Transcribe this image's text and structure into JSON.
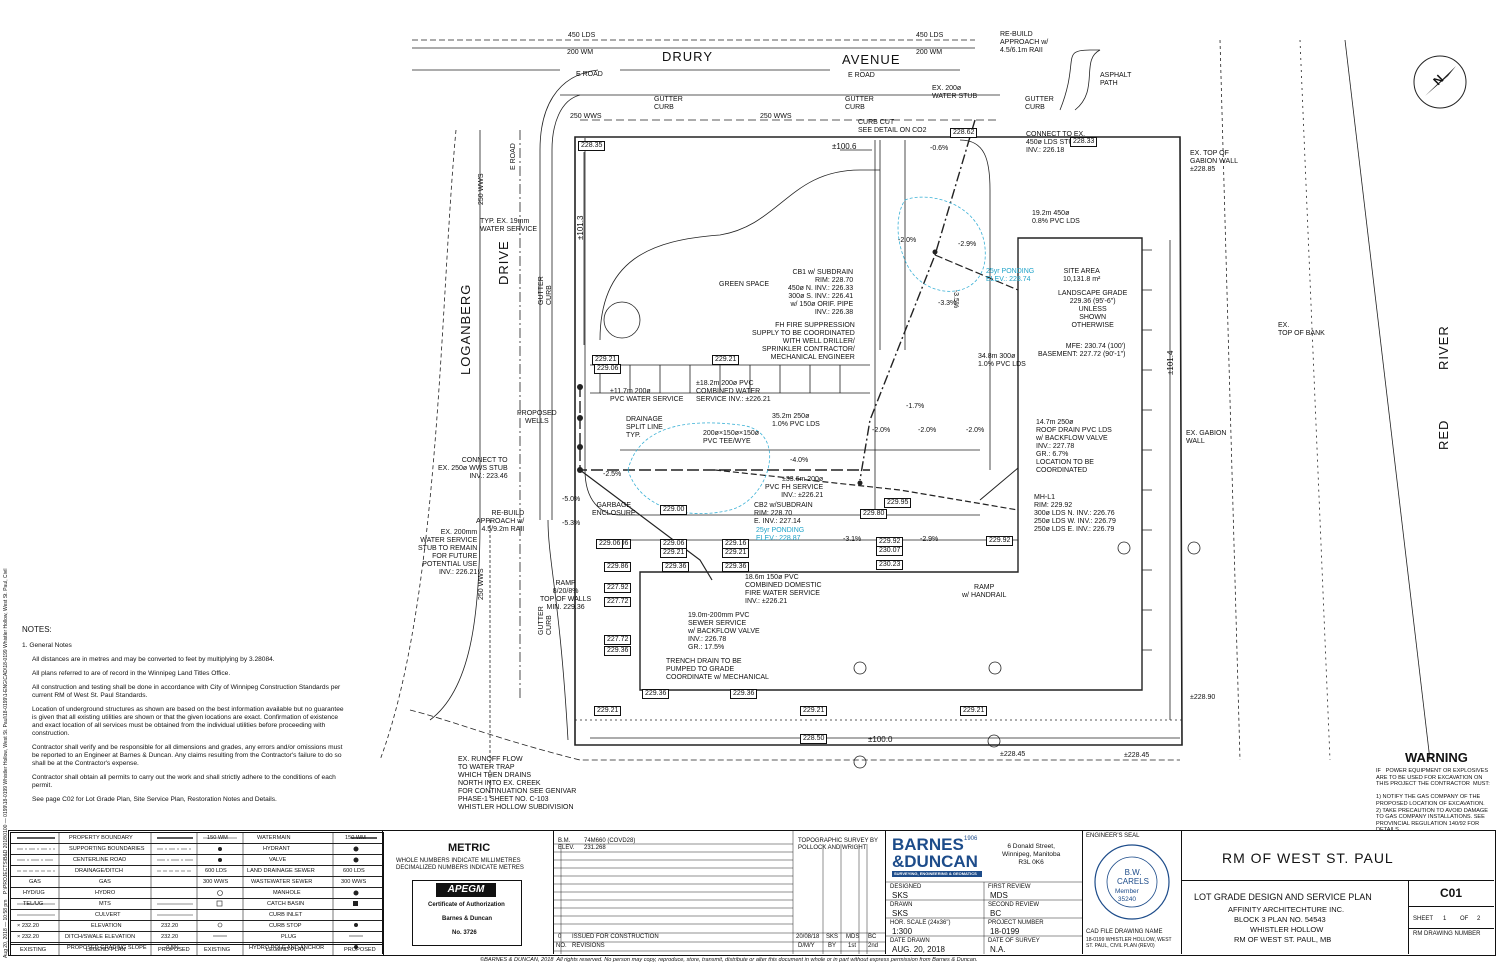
{
  "streets": {
    "drury": "DRURY",
    "avenue": "AVENUE",
    "loganberg": "LOGANBERG",
    "drive": "DRIVE",
    "red": "RED",
    "river": "RIVER"
  },
  "plan_labels": {
    "lds450a": "450 LDS",
    "lds450b": "450 LDS",
    "wm200a": "200 WM",
    "wm200b": "200 WM",
    "wws250a": "250 WWS",
    "wws250b": "250 WWS",
    "wws250c": "250 WWS",
    "wws250d": "250 WWS",
    "road_a": "E ROAD",
    "road_b": "E ROAD",
    "road_c": "E ROAD",
    "gutter1": "GUTTER\nCURB",
    "gutter2": "GUTTER\nCURB",
    "gutter3": "GUTTER\nCURB",
    "gutter4": "GUTTER\nCURB",
    "gutter5": "GUTTER\nCURB",
    "rebuild_top": "RE-BUILD\nAPPROACH w/\n4.5/6.1m RAII",
    "asphalt": "ASPHALT\nPATH",
    "water_stub": "EX. 200ø\nWATER STUB",
    "curb_cut": "CURB CUT\nSEE DETAIL ON CO2",
    "connect_lds": "CONNECT TO EX.\n450ø LDS STUB\nINV.: 226.18",
    "gabion_top": "EX. TOP OF\nGABION WALL\n±228.85",
    "dim_100_6": "±100.6",
    "dim_101_3": "±101.3",
    "dim_101_4": "±101.4",
    "dim_100_0": "±100.0",
    "water_service": "TYP. EX. 19mm\nWATER SERVICE",
    "green_space": "GREEN SPACE",
    "cb1": "CB1 w/ SUBDRAIN\nRIM: 228.70\n450ø N. INV.: 226.33\n300ø S. INV.: 226.41\nw/ 150ø ORIF. PIPE\nINV.: 226.38",
    "lds_19": "19.2m 450ø\n0.8% PVC LDS",
    "ponding1": "25yr PONDING\nELEV.: 228.74",
    "site_area": "SITE AREA\n10,131.8 m²",
    "landscape": "LANDSCAPE GRADE\n229.36 (95'-6\")\nUNLESS\nSHOWN\nOTHERWISE",
    "mfe": "MFE: 230.74 (100')\nBASEMENT: 227.72 (90'-1\")",
    "fh_fire": "FH FIRE SUPPRESSION\nSUPPLY TO BE COORDINATED\nWITH WELL DRILLER/\nSPRINKLER CONTRACTOR/\nMECHANICAL ENGINEER",
    "lds_34": "34.8m 300ø\n1.0% PVC LDS",
    "top_bank": "EX.\nTOP OF BANK",
    "water_svc_11": "±11.7m 200ø\nPVC WATER SERVICE",
    "combined_18": "±18.2m 200ø PVC\nCOMBINED WATER\nSERVICE INV.: ±226.21",
    "proposed_wells": "PROPOSED\nWELLS",
    "drainage_split": "DRAINAGE\nSPLIT LINE\nTYP.",
    "lds_35": "35.2m 250ø\n1.0% PVC LDS",
    "tee": "200ø×150ø×150ø\nPVC TEE/WYE",
    "roof_drain": "14.7m 250ø\nROOF DRAIN PVC LDS\nw/ BACKFLOW VALVE\nINV.: 227.78\nGR.: 6.7%\nLOCATION TO BE\nCOORDINATED",
    "gabion_wall": "EX. GABION\nWALL",
    "connect_wws": "CONNECT TO\nEX. 250ø WWS STUB\nINV.: 223.46",
    "fh_service": "±33.6m 200ø\nPVC FH SERVICE\nINV.: ±226.21",
    "cb2": "CB2 w/SUBDRAIN\nRIM: 228.70\nE. INV.: 227.14",
    "ponding2": "25yr PONDING\nELEV.: 228.87",
    "mh_l1": "MH-L1\nRIM: 229.92\n300ø LDS N. INV.: 226.76\n250ø LDS W. INV.: 226.79\n250ø LDS E. INV.: 226.79",
    "rebuild_left": "RE-BUILD\nAPPROACH w/\n4.5/9.2m RAII",
    "ex_200": "EX. 200mm\nWATER SERVICE\nSTUB TO REMAIN\nFOR FUTURE\nPOTENTIAL USE\nINV.: 226.21",
    "garbage": "GARBAGE\nENCLOSURE",
    "domestic": "18.6m 150ø PVC\nCOMBINED DOMESTIC\nFIRE WATER SERVICE\nINV.: ±226.21",
    "ramp_left": "RAMP\n8/20/8%\nTOP OF WALLS\nMIN. 229.36",
    "sewer": "19.0m-200mm PVC\nSEWER SERVICE\nw/ BACKFLOW VALVE\nINV.: 226.78\nGR.: 17.5%",
    "ramp_right": "RAMP\nw/ HANDRAIL",
    "trench": "TRENCH DRAIN TO BE\nPUMPED TO GRADE\nCOORDINATE w/ MECHANICAL",
    "runoff": "EX. RUNOFF FLOW\nTO WATER TRAP\nWHICH THEN DRAINS\nNORTH INTO EX. CREEK\nFOR CONTINUATION SEE GENIVAR\nPHASE-1 SHEET NO. C-103\nWHISTLER HOLLOW SUBDIVISION",
    "elev_228_90": "±228.90",
    "elev_228_45a": "±228.45",
    "elev_228_45b": "±228.45",
    "slope1": "-0.6%",
    "slope2": "-2.0%",
    "slope3": "-2.9%",
    "slope4": "-3.3%",
    "slope5": "-2.0%",
    "slope6": "-2.0%",
    "slope7": "-2.0%",
    "slope8": "-2.5%",
    "slope9": "-4.0%",
    "slope10": "-5.0%",
    "slope11": "-5.3%",
    "slope12": "-3.1%",
    "slope13": "-2.9%",
    "slope14": "-1.7%",
    "slope15": "-3.5%"
  },
  "spot_tags": [
    "228.35",
    "228.62",
    "228.33",
    "229.21",
    "229.06",
    "229.21",
    "229.00",
    "229.86",
    "229.06",
    "229.21",
    "229.36",
    "229.16",
    "229.06",
    "227.92",
    "227.72",
    "227.72",
    "229.36",
    "229.36",
    "229.21",
    "229.21",
    "229.21",
    "228.50",
    "229.92",
    "230.07",
    "230.23",
    "229.95",
    "229.80",
    "229.92",
    "229.36",
    "229.06",
    "229.21",
    "229.36"
  ],
  "notes": {
    "title": "NOTES:",
    "heading": "1.   General Notes",
    "n1": "All distances are in metres and may be converted to feet by multiplying by 3.28084.",
    "n2": "All plans referred to are of record in the Winnipeg Land Titles Office.",
    "n3": "All construction and testing shall be done in accordance with City of Winnipeg Construction Standards per current RM of West St. Paul Standards.",
    "n4": "Location of underground structures as shown are based on the best information available but no guarantee is given that all existing utilities are shown or that the given locations are exact. Confirmation of existence and exact location of all services must be obtained from the individual utilities before proceeding with construction.",
    "n5": "Contractor shall verify and be responsible for all dimensions and grades, any errors and/or omissions must be reported to an Engineer at Barnes & Duncan. Any claims resulting from the Contractor's failure to do so shall be at the Contractor's expense.",
    "n6": "Contractor shall obtain all permits to carry out the work and shall strictly adhere to the conditions of each permit.",
    "n7": "See page C02 for   Lot Grade Plan, Site Service Plan, Restoration Notes and Details."
  },
  "legend": {
    "left": [
      {
        "label": "PROPERTY BOUNDARY"
      },
      {
        "label": "SUPPORTING BOUNDARIES"
      },
      {
        "label": "CENTERLINE ROAD"
      },
      {
        "label": "DRAINAGE/DITCH"
      },
      {
        "label": "GAS",
        "code": "GAS"
      },
      {
        "label": "HYDRO",
        "code": "HYD/UG"
      },
      {
        "label": "MTS",
        "code": "TEL/UG"
      },
      {
        "label": "CULVERT"
      },
      {
        "label": "ELEVATION",
        "code": "× 232.20",
        "p": "232.20"
      },
      {
        "label": "DITCH/SWALE ELEVATION",
        "code": "× 232.20",
        "p": "232.20"
      },
      {
        "label": "PROPOSED GRADING SLOPE",
        "p": "−0.5%"
      }
    ],
    "right": [
      {
        "ex": "150 WM",
        "label": "WATERMAIN",
        "p": "150 WM"
      },
      {
        "label": "HYDRANT"
      },
      {
        "label": "VALVE"
      },
      {
        "ex": "600 LDS",
        "label": "LAND DRAINAGE SEWER",
        "p": "600 LDS"
      },
      {
        "ex": "300 WWS",
        "label": "WASTEWATER SEWER",
        "p": "300 WWS"
      },
      {
        "label": "MANHOLE"
      },
      {
        "label": "CATCH BASIN"
      },
      {
        "label": "CURB INLET"
      },
      {
        "label": "CURB STOP"
      },
      {
        "label": "PLUG"
      },
      {
        "label": "HYDRO POLE AND ANCHOR"
      }
    ],
    "footer": {
      "existing": "EXISTING",
      "legend_plan": "LEGEND-PLAN",
      "proposed": "PROPOSED"
    }
  },
  "metric": {
    "title": "METRIC",
    "line1": "WHOLE NUMBERS INDICATE MILLIMETRES",
    "line2": "DECIMALIZED NUMBERS INDICATE METRES"
  },
  "apegm": {
    "logo": "APEGM",
    "cert": "Certificate of Authorization",
    "firm": "Barnes & Duncan",
    "no": "No. 3726"
  },
  "benchmark": {
    "bm": "B.M.",
    "bm_val": "74M660 (COVD28)",
    "elev": "ELEV.",
    "elev_val": "231.268",
    "topo": "TOPOGRAPHIC SURVEY BY\nPOLLOCK AND WRIGHT"
  },
  "revisions": {
    "no": "0",
    "desc": "ISSUED FOR CONSTRUCTION",
    "date": "20/08/18",
    "by": "SKS",
    "chk": "MDS",
    "app": "BC",
    "h_no": "NO.",
    "h_rev": "REVISIONS",
    "h_date": "D/M/Y",
    "h_by": "BY",
    "h_1st": "1st",
    "h_2nd": "2nd"
  },
  "company": {
    "logo1": "BARNES",
    "logo2": "&DUNCAN",
    "year": "1906",
    "tagline": "SURVEYING, ENGINEERING & GEOMATICS",
    "address": "6 Donald Street,\nWinnipeg, Manitoba\nR3L 0K6"
  },
  "fields": {
    "designed_l": "DESIGNED",
    "designed": "SKS",
    "first_l": "FIRST REVIEW",
    "first": "MDS",
    "drawn_l": "DRAWN",
    "drawn": "SKS",
    "second_l": "SECOND REVIEW",
    "second": "BC",
    "scale_l": "HOR. SCALE (24x36\")",
    "scale": "1:300",
    "project_l": "PROJECT NUMBER",
    "project": "18-0199",
    "date_l": "DATE DRAWN",
    "date": "AUG. 20, 2018",
    "survey_l": "DATE OF SURVEY",
    "survey": "N.A."
  },
  "seal": {
    "label": "ENGINEER'S SEAL",
    "name": "B.W.\nCARELS",
    "member": "Member\n35240",
    "cad_l": "CAD FILE DRAWING NAME",
    "cad": "18-0199 WHISTLER HOLLOW, WEST\nST. PAUL, CIVIL PLAN (REV0)"
  },
  "client": {
    "rm": "RM OF WEST ST. PAUL",
    "title": "LOT GRADE DESIGN AND SERVICE PLAN",
    "l1": "AFFINITY ARCHITECHTURE INC.",
    "l2": "BLOCK 3 PLAN NO. 54543",
    "l3": "WHISTLER HOLLOW",
    "l4": "RM OF WEST ST. PAUL, MB"
  },
  "sheet": {
    "no": "C01",
    "sheet_l": "SHEET",
    "sheet": "1",
    "of_l": "OF",
    "of": "2",
    "rm_drawing": "RM DRAWING NUMBER"
  },
  "warning": {
    "title": "WARNING",
    "body": "IF   POWER EQUIPMENT OR EXPLOSIVES\nARE TO BE USED FOR EXCAVATION ON\nTHIS PROJECT THE CONTRACTOR  MUST:\n\n1) NOTIFY THE GAS COMPANY OF THE\nPROPOSED LOCATION OF EXCAVATION.\n2) TAKE PRECAUTION TO AVOID DAMAGE\nTO GAS COMPANY INSTALLATIONS. SEE\nPROVINCIAL REGULATION 140/92 FOR\nDETAILS"
  },
  "north": "N",
  "copyright": "©BARNES & DUNCAN, 2018  All rights reserved. No person may copy, reproduce, store, transmit, distribute or alter this document in whole or in part without express permission from Barnes & Duncan.",
  "side_path": "Aug 20, 2018 — 10:58 pm    P:\\PROJECTS\\B&D 2018\\0100 — 0199\\18-0199 Whistler Hollow, West St. Paul\\18-0199\\1-ENG\\CAD\\18-0199 Whistler Hollow, West St. Paul, Civil Plan (Rev0).dwg"
}
